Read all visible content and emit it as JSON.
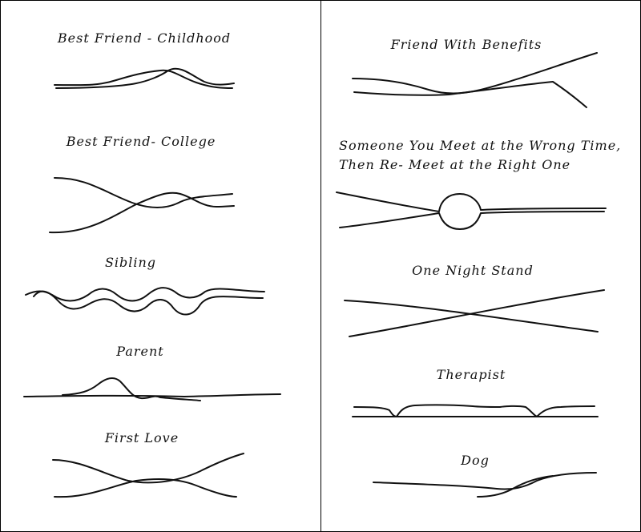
{
  "panels": {
    "left": [
      {
        "label": "Best Friend - Childhood"
      },
      {
        "label": "Best Friend- College"
      },
      {
        "label": "Sibling"
      },
      {
        "label": "Parent"
      },
      {
        "label": "First Love"
      }
    ],
    "right": [
      {
        "label": "Friend With Benefits"
      },
      {
        "label_line1": "Someone You Meet at the Wrong Time,",
        "label_line2": "Then Re- Meet at the Right One"
      },
      {
        "label": "One Night Stand"
      },
      {
        "label": "Therapist"
      },
      {
        "label": "Dog"
      }
    ]
  },
  "colors": {
    "ink": "#111111",
    "background": "#ffffff"
  }
}
